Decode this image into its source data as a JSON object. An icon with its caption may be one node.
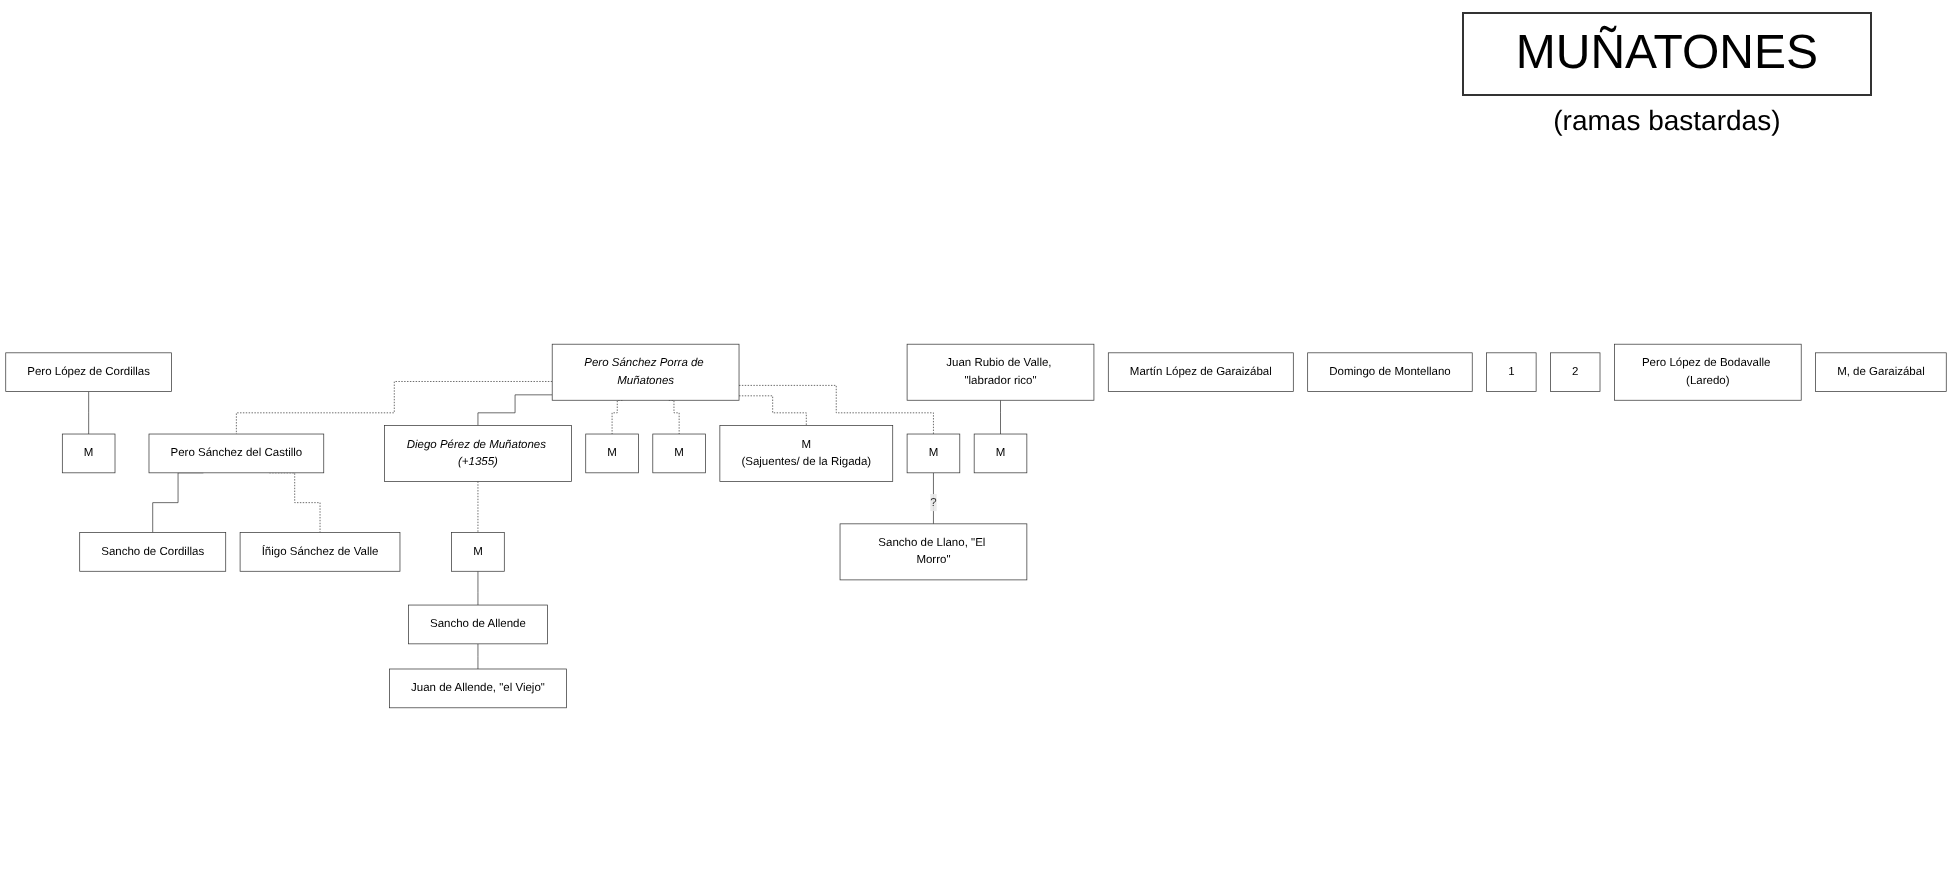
{
  "diagram": {
    "title": "MUÑATONES",
    "nodes": [
      {
        "text": [
          "Pero Sánchez Porra de Muñatones"
        ]
      },
      {
        "text": [
          "Pero López de Cordillas"
        ]
      },
      {
        "text": [
          "M"
        ]
      },
      {
        "text": [
          "Pero Sánchez del Castillo"
        ]
      },
      {
        "text": [
          "Diego Pérez de Muñatones (+1355)"
        ]
      },
      {
        "text": [
          "M"
        ]
      },
      {
        "text": [
          "Martín López de Garaizábal"
        ]
      },
      {
        "text": [
          "M"
        ]
      },
      {
        "text": [
          "Sancho de Llano, \"El Morro\""
        ]
      },
      {
        "text": [
          "Sancho de Cordillas"
        ]
      },
      {
        "text": [
          "Juan Rubio de Valle, \"labrador rico\""
        ]
      },
      {
        "text": [
          "M",
          "(Sajuentes/ de la Rigada)"
        ]
      },
      {
        "text": [
          "M"
        ]
      },
      {
        "text": [
          "M"
        ]
      },
      {
        "text": [
          "Íñigo Sánchez de Valle"
        ]
      },
      {
        "text": [
          "Sancho de Allende"
        ]
      },
      {
        "text": [
          "Domingo de Montellano"
        ]
      },
      {
        "text": [
          "1"
        ]
      },
      {
        "text": [
          "M"
        ]
      },
      {
        "text": [
          "2"
        ]
      },
      {
        "text": [
          "Pero López de Bodavalle (Laredo)"
        ]
      },
      {
        "text": [
          "Juan de Allende, \"el Viejo\""
        ]
      },
      {
        "text": [
          "M, de Garaizábal"
        ]
      }
    ],
    "edges": [
      {
        "from": 0,
        "to": 3,
        "arrow": "none",
        "style": "dashed"
      },
      {
        "from": 0,
        "to": 4,
        "arrow": "none"
      },
      {
        "from": 0,
        "to": 5,
        "arrow": "none",
        "style": "dashed"
      },
      {
        "from": 0,
        "to": 18,
        "arrow": "none",
        "style": "dashed"
      },
      {
        "from": 0,
        "to": 11,
        "arrow": "none",
        "style": "dashed"
      },
      {
        "from": 0,
        "to": 7,
        "arrow": "none",
        "style": "dashed"
      },
      {
        "from": 1,
        "to": 2,
        "arrow": "none"
      },
      {
        "from": 3,
        "to": 9,
        "arrow": "none"
      },
      {
        "from": 3,
        "to": 14,
        "arrow": "none",
        "style": "dashed"
      },
      {
        "from": 10,
        "to": 13,
        "arrow": "none"
      },
      {
        "from": 7,
        "to": 8,
        "arrow": "none",
        "label": "?"
      },
      {
        "from": 4,
        "to": 12,
        "arrow": "none",
        "style": "dashed"
      },
      {
        "from": 12,
        "to": 15,
        "arrow": "none"
      },
      {
        "from": 15,
        "to": 21,
        "arrow": "none"
      }
    ],
    "labels": [
      "(ramas bastardas)"
    ]
  }
}
